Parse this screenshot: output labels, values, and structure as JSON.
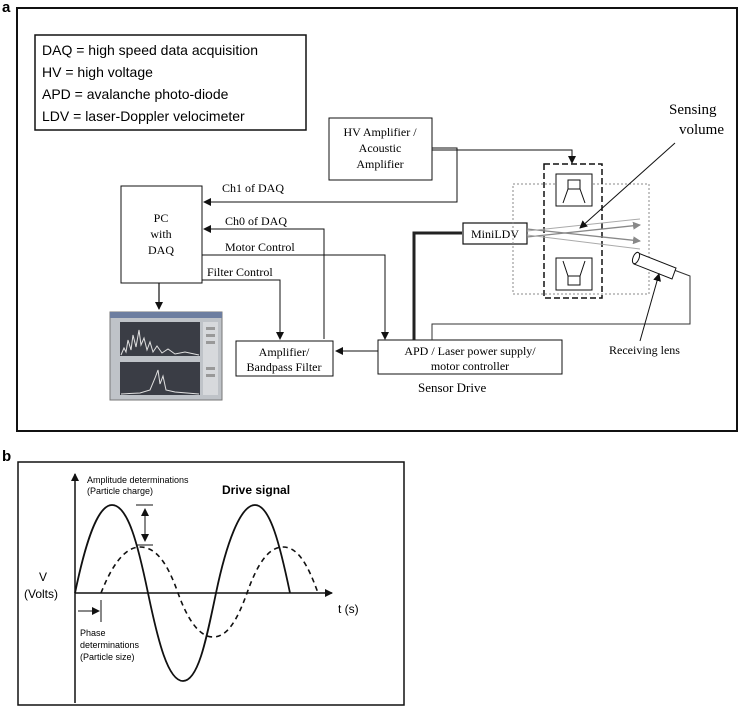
{
  "panel_a": {
    "label": "a",
    "legend": [
      "DAQ = high speed data acquisition",
      "HV = high voltage",
      "APD =  avalanche photo-diode",
      "LDV = laser-Doppler velocimeter"
    ],
    "hv_box": [
      "HV Amplifier /",
      "Acoustic",
      "Amplifier"
    ],
    "pc_box": [
      "PC",
      "with",
      "DAQ"
    ],
    "signals": {
      "ch1": "Ch1 of DAQ",
      "ch0": "Ch0 of DAQ",
      "motor": "Motor Control",
      "filter": "Filter Control"
    },
    "miniLDV": "MiniLDV",
    "amp_box": [
      "Amplifier/",
      "Bandpass Filter"
    ],
    "apd_box": [
      "APD / Laser power supply/",
      "motor controller"
    ],
    "sensor_drive": "Sensor Drive",
    "sensing_volume": [
      "Sensing",
      "volume"
    ],
    "receiving_lens": "Receiving lens"
  },
  "panel_b": {
    "label": "b",
    "amplitude": [
      "Amplitude determinations",
      "(Particle charge)"
    ],
    "drive_signal": "Drive signal",
    "y_axis": [
      "V",
      "(Volts)"
    ],
    "x_axis": "t (s)",
    "phase": [
      "Phase",
      "determinations",
      "(Particle size)"
    ]
  },
  "colors": {
    "line": "#111111",
    "beam": "#8a8a8a",
    "screen_bg": "#6b6f7a"
  }
}
